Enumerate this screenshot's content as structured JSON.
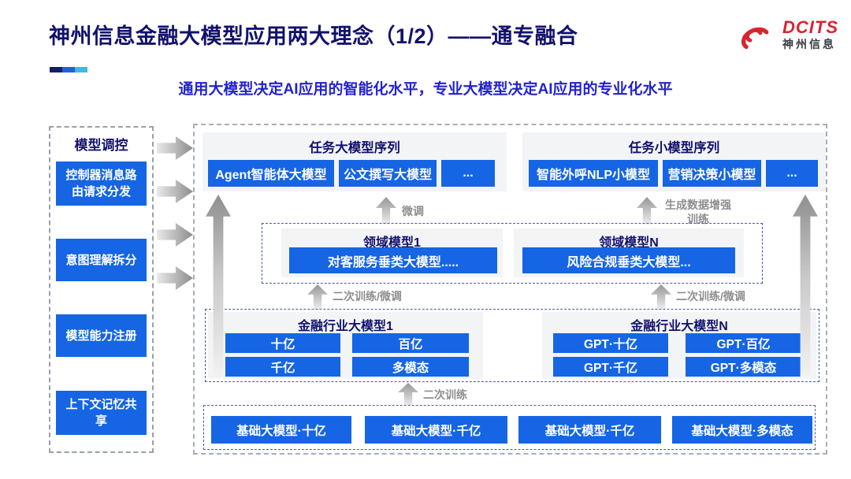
{
  "header": {
    "title": "神州信息金融大模型应用两大理念（1/2）——通专融合",
    "subtitle": "通用大模型决定AI应用的智能化水平，专业大模型决定AI应用的专业化水平",
    "logo": {
      "brand": "DCITS",
      "brand_cn": "神州信息"
    }
  },
  "sidebar": {
    "title": "模型调控",
    "items": [
      "控制器消息路由请求分发",
      "意图理解拆分",
      "模型能力注册",
      "上下文记忆共享"
    ]
  },
  "diagram": {
    "task_large": {
      "title": "任务大模型序列",
      "items": [
        "Agent智能体大模型",
        "公文撰写大模型",
        "..."
      ]
    },
    "task_small": {
      "title": "任务小模型序列",
      "items": [
        "智能外呼NLP小模型",
        "营销决策小模型",
        "..."
      ]
    },
    "domain": {
      "left": {
        "title": "领域模型1",
        "item": "对客服务垂类大模型....."
      },
      "right": {
        "title": "领域模型N",
        "item": "风险合规垂类大模型..."
      }
    },
    "industry": {
      "left": {
        "title": "金融行业大模型1",
        "items": [
          "十亿",
          "百亿",
          "千亿",
          "多模态"
        ]
      },
      "right": {
        "title": "金融行业大模型N",
        "items": [
          "GPT·十亿",
          "GPT·百亿",
          "GPT·千亿",
          "GPT·多模态"
        ]
      }
    },
    "foundation": {
      "items": [
        "基础大模型·十亿",
        "基础大模型·千亿",
        "基础大模型·千亿",
        "基础大模型·多模态"
      ]
    },
    "labels": {
      "finetune": "微调",
      "gen_data": "生成数据增强训练",
      "secondary_finetune_left": "二次训练/微调",
      "secondary_finetune_right": "二次训练/微调",
      "secondary_training": "二次训练"
    }
  },
  "colors": {
    "node_blue": "#1565e4",
    "title_navy": "#12126d",
    "subtitle_blue": "#2323cd",
    "brand_red": "#d9232e",
    "label_gray": "#8e8e8e"
  }
}
